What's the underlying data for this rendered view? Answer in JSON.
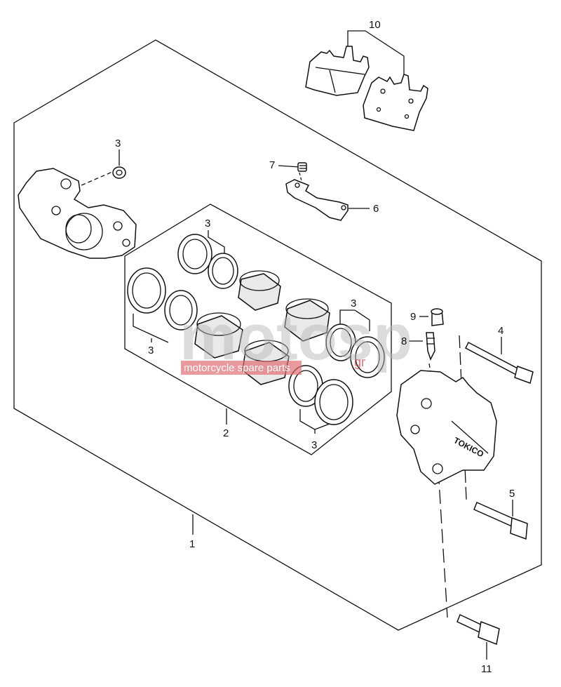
{
  "watermark": {
    "logo_text": "motosp",
    "tagline": "motorcycle spare parts",
    "domain_suffix": ".gr",
    "logo_color": "#c8262c",
    "tagline_bg": "#e06a6d"
  },
  "callouts": {
    "c1": "1",
    "c2": "2",
    "c3a": "3",
    "c3b": "3",
    "c3c": "3",
    "c3d": "3",
    "c3e": "3",
    "c4": "4",
    "c5": "5",
    "c6": "6",
    "c7": "7",
    "c8": "8",
    "c9": "9",
    "c10": "10",
    "c11": "11"
  },
  "caliper_brand": "TOKICO"
}
